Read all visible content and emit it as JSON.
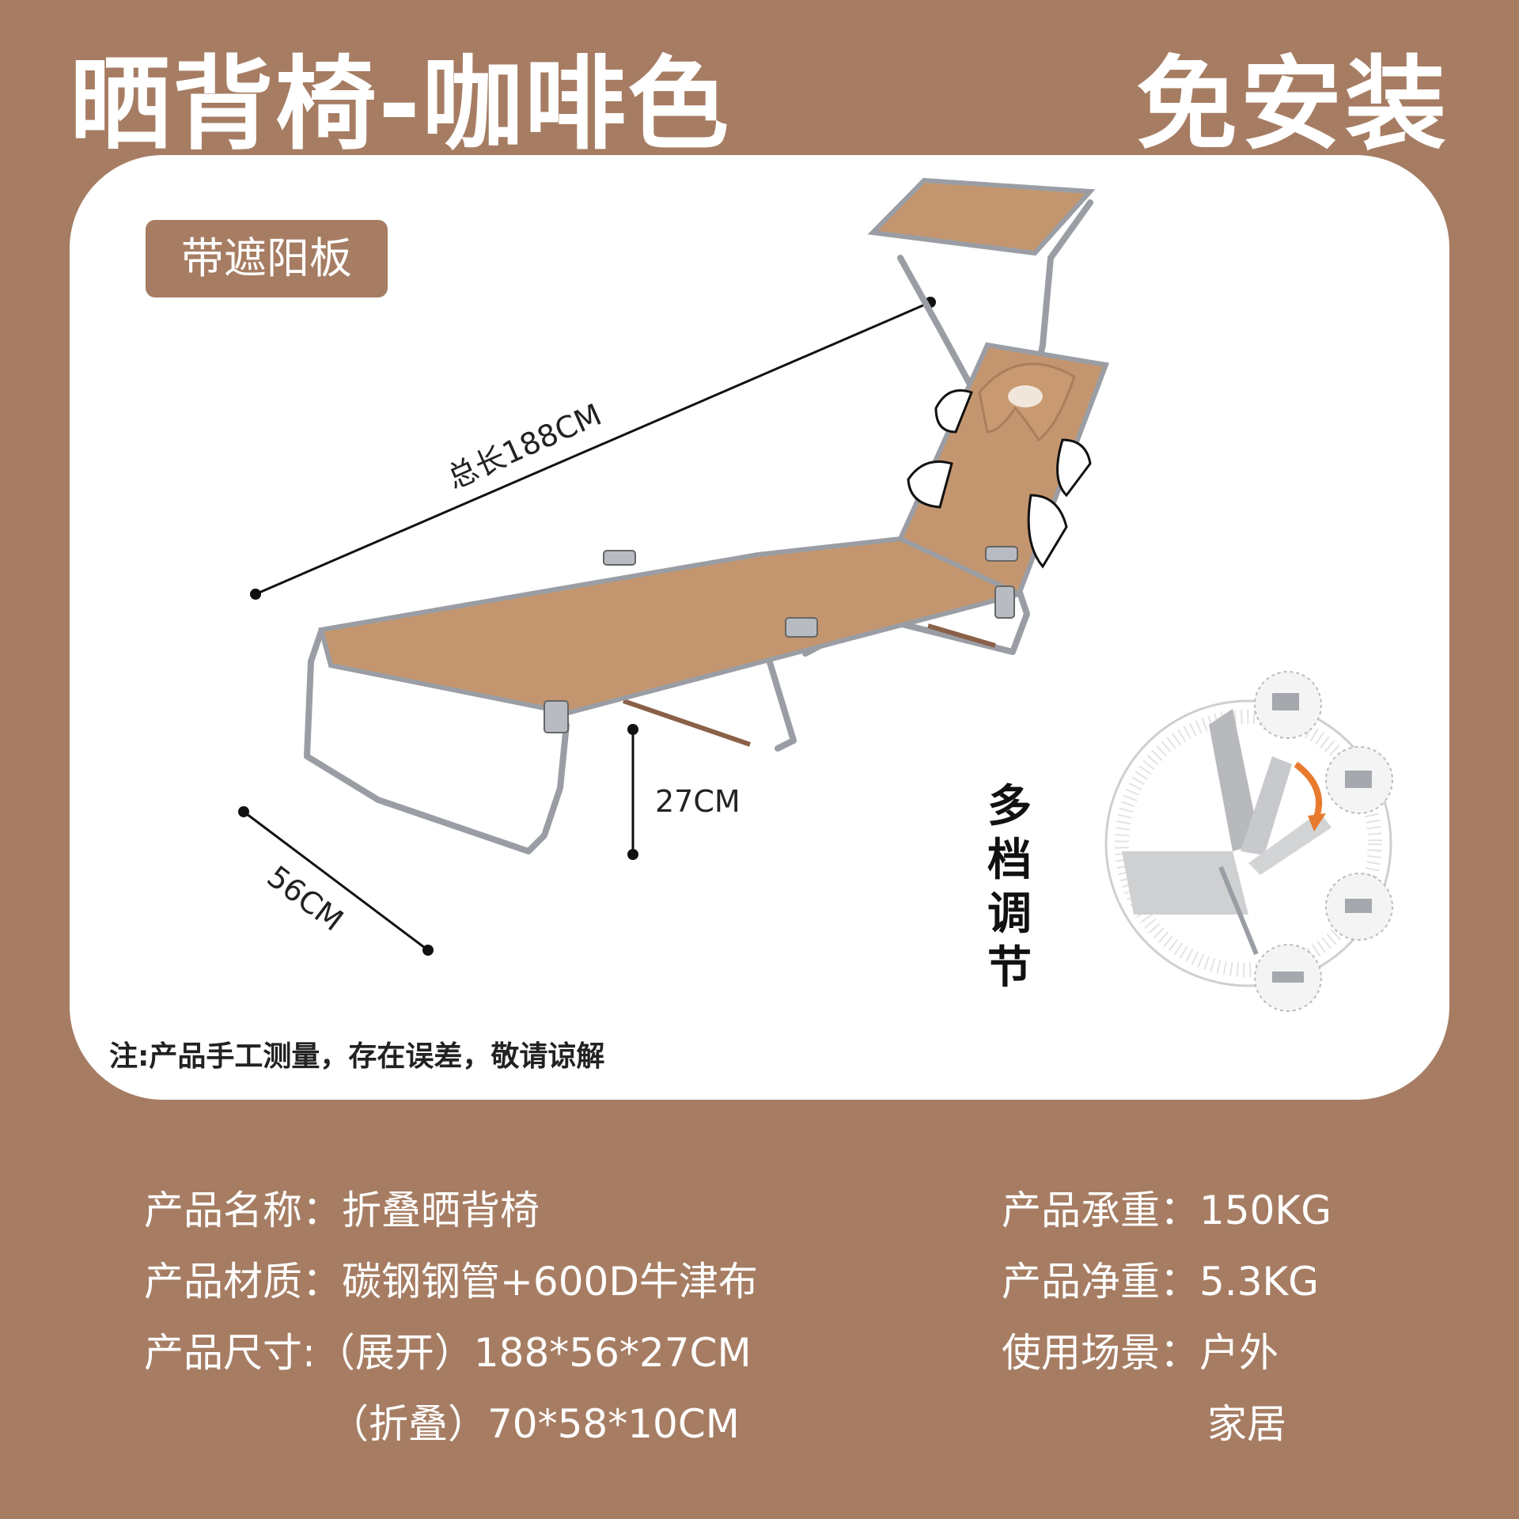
{
  "header": {
    "title": "晒背椅-咖啡色",
    "badge": "免安装"
  },
  "card": {
    "tag": "带遮阳板",
    "dimensions": {
      "length": "总长188CM",
      "width": "56CM",
      "height": "27CM"
    },
    "adjust_label": "多档调节",
    "note": "注:产品手工测量，存在误差，敬请谅解"
  },
  "specs": {
    "left": [
      {
        "label": "产品名称：",
        "value": "折叠晒背椅"
      },
      {
        "label": "产品材质：",
        "value": "碳钢钢管+600D牛津布"
      },
      {
        "label": "产品尺寸:",
        "value": "（展开）188*56*27CM"
      },
      {
        "label": "",
        "value": "（折叠）70*58*10CM"
      }
    ],
    "right": [
      {
        "label": "产品承重：",
        "value": "150KG"
      },
      {
        "label": "产品净重：",
        "value": "5.3KG"
      },
      {
        "label": "使用场景：",
        "value": "户外"
      },
      {
        "label": "",
        "value": "家居"
      }
    ]
  },
  "colors": {
    "background": "#a67d63",
    "card": "#ffffff",
    "fabric": "#c4966f",
    "frame": "#9a9ea4"
  }
}
